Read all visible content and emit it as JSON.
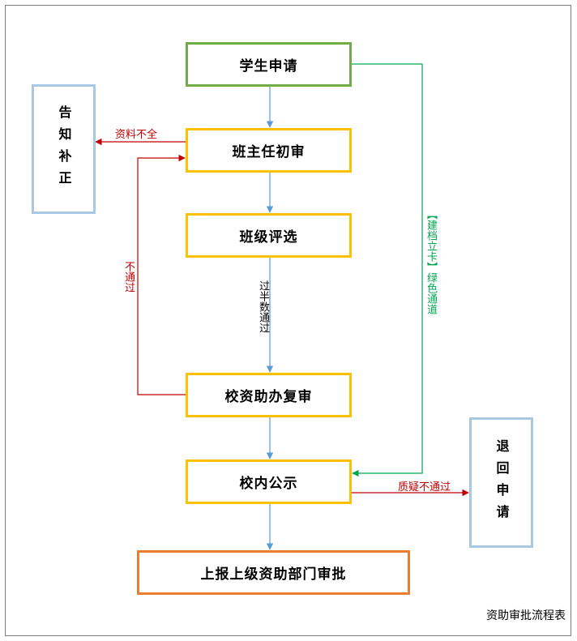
{
  "nodes": {
    "student_apply": "学生申请",
    "teacher_review": "班主任初审",
    "class_selection": "班级评选",
    "office_review": "校资助办复审",
    "publicity": "校内公示",
    "report": "上报上级资助部门审批",
    "notify_correct": "告知补正",
    "return_apply": "退回申请"
  },
  "edges": {
    "incomplete": "资料不全",
    "rejected": "不通过",
    "majority_pass": "过半数通过",
    "green_channel": "【建档立卡】绿色通道",
    "questioned": "质疑不通过"
  },
  "caption": "资助审批流程表",
  "colors": {
    "start_border": "#70ad47",
    "step_border": "#ffc000",
    "end_border": "#ed7d31",
    "side_border": "#a9c8e3",
    "flow_line": "#5b9bd5",
    "reject_line": "#c00000",
    "green_line": "#00a651"
  }
}
